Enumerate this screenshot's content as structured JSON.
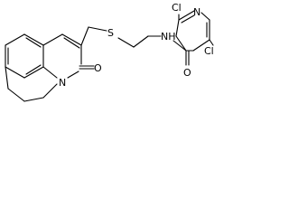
{
  "structure": {
    "atoms": {
      "n_ring": "N",
      "o_carbonyl": "O",
      "s_thioether": "S",
      "nh_amide": "NH",
      "o_amide": "O",
      "n_pyridine": "N",
      "cl_top": "Cl",
      "cl_right": "Cl"
    }
  }
}
